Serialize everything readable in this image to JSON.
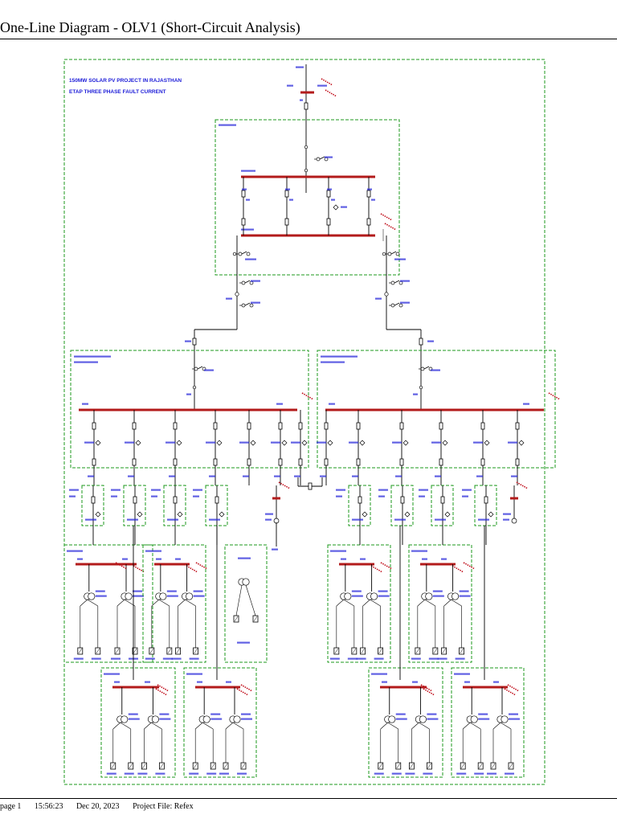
{
  "header": {
    "title": "One-Line Diagram - OLV1 (Short-Circuit Analysis)"
  },
  "diagram": {
    "project_title": "150MW SOLAR PV PROJECT IN RAJASTHAN",
    "subtitle": "ETAP THREE PHASE FAULT CURRENT"
  },
  "footer": {
    "page": "page 1",
    "time": "15:56:23",
    "date": "Dec 20, 2023",
    "project_file": "Project File: Refex"
  },
  "colors": {
    "busbar": "#b31b1b",
    "panel_border": "#1c9a1c",
    "label": "#2b2bd9",
    "fault": "#c0101c"
  }
}
